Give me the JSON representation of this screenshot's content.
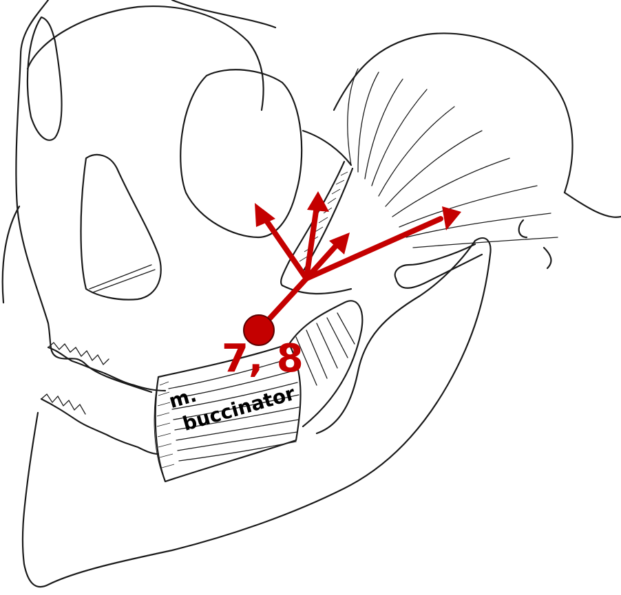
{
  "figure": {
    "point_label": "7, 8",
    "muscle_label_line1": "m.",
    "muscle_label_line2": "buccinator",
    "colors": {
      "accent": "#c40000",
      "line_art": "#1a1a1a",
      "background": "#ffffff"
    },
    "marker_icon": "circle-point-marker",
    "arrow_icon": "arrow-icon"
  }
}
